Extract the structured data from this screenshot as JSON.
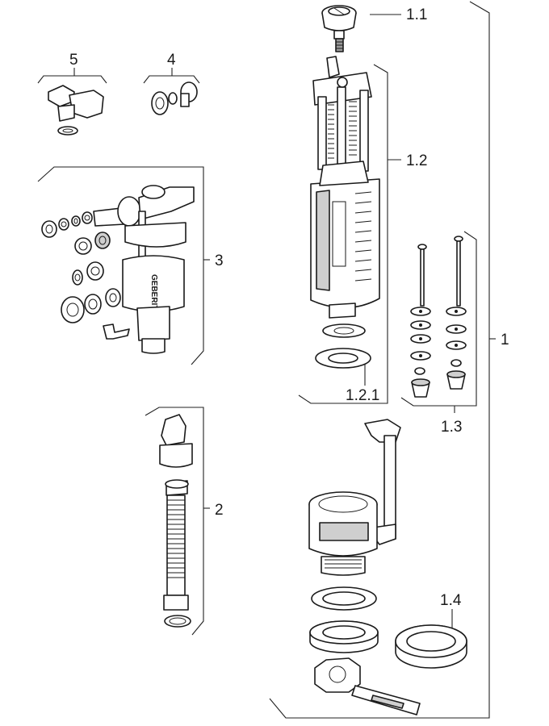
{
  "labels": {
    "assembly": "1",
    "push_button": "1.1",
    "flush_valve": "1.2",
    "valve_seal": "1.2.1",
    "fixing_screws": "1.3",
    "outlet_seal": "1.4",
    "hose": "2",
    "fill_valve": "3",
    "connector": "4",
    "angle_valve": "5"
  },
  "brand_marking": "GEBERIT"
}
